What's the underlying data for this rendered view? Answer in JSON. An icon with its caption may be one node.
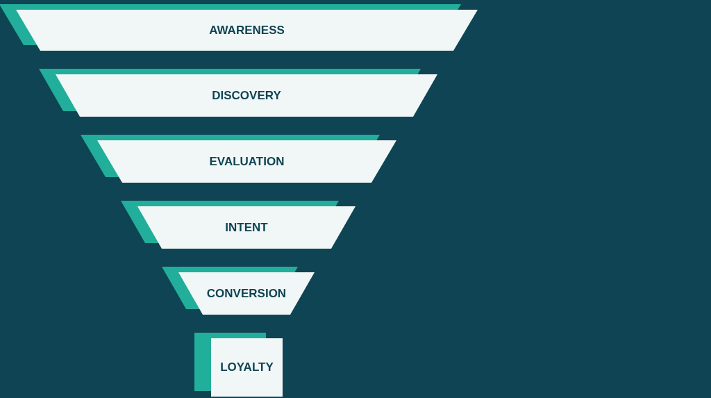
{
  "diagram": {
    "nodes": [
      {
        "text": [
          "AWARENESS"
        ]
      },
      {
        "text": [
          "DISCOVERY"
        ]
      },
      {
        "text": [
          "EVALUATION"
        ]
      },
      {
        "text": [
          "INTENT"
        ]
      },
      {
        "text": [
          "CONVERSION"
        ]
      },
      {
        "text": [
          "LOYALTY"
        ]
      }
    ]
  }
}
